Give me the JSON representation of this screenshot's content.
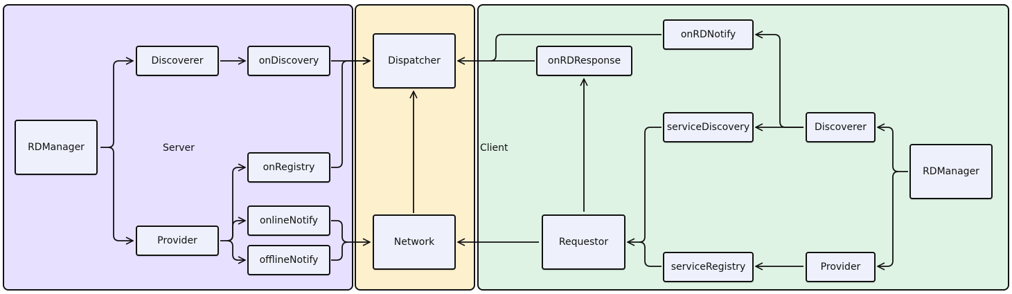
{
  "regions": {
    "server": {
      "label": "Server",
      "color": "#e8e0ff"
    },
    "network": {
      "label": "",
      "color": "#fdf0cd"
    },
    "client": {
      "label": "Client",
      "color": "#dff3e4"
    }
  },
  "nodes": {
    "server_rdmanager": "RDManager",
    "server_discoverer": "Discoverer",
    "server_ondiscovery": "onDiscovery",
    "server_onregistry": "onRegistry",
    "server_provider": "Provider",
    "server_onlinenotify": "onlineNotify",
    "server_offlinenotify": "offlineNotify",
    "dispatcher": "Dispatcher",
    "network": "Network",
    "client_onrdnotify": "onRDNotify",
    "client_onrdresponse": "onRDResponse",
    "client_servicediscovery": "serviceDiscovery",
    "client_discoverer": "Discoverer",
    "client_requestor": "Requestor",
    "client_serviceregistry": "serviceRegistry",
    "client_provider": "Provider",
    "client_rdmanager": "RDManager"
  }
}
